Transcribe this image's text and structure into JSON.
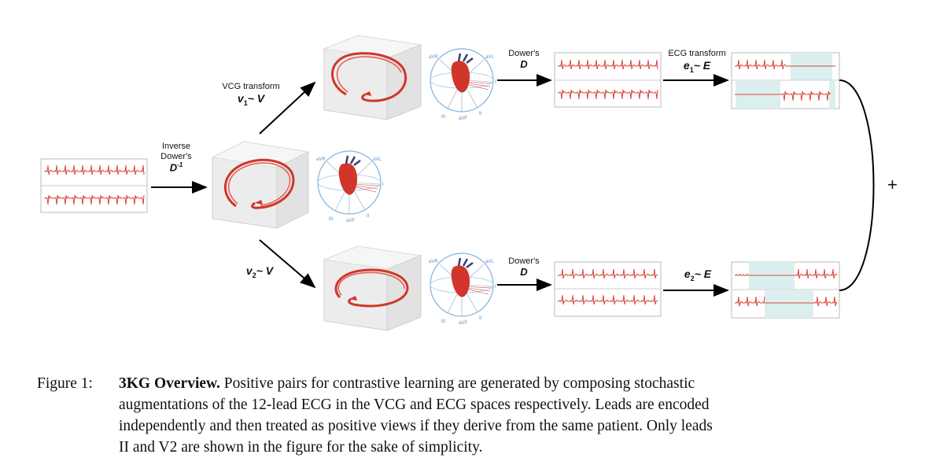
{
  "labels": {
    "inverse_line1": "Inverse",
    "inverse_line2": "Dower's",
    "inverse_symbol": "D",
    "inverse_sup": "-1",
    "vcg_transform": "VCG transform",
    "v1_sym": "v",
    "v1_sub": "1",
    "v1_tail": "~ V",
    "v2_sym": "v",
    "v2_sub": "2",
    "v2_tail": "~ V",
    "dower_top_line1": "Dower's",
    "dower_top_symbol": "D",
    "dower_bottom_line1": "Dower's",
    "dower_bottom_symbol": "D",
    "ecg_transform": "ECG transform",
    "e1_sym": "e",
    "e1_sub": "1",
    "e1_tail": "~ E",
    "e2_sym": "e",
    "e2_sub": "2",
    "e2_tail": "~ E",
    "plus": "+"
  },
  "axis_labels": [
    "aVR",
    "aVL",
    "I",
    "III",
    "aVF",
    "II"
  ],
  "colors": {
    "ecg_trace": "#d9453a",
    "loop": "#d0362a",
    "axis_circle": "#7fb3e0",
    "mask": "#dcefef",
    "arrow": "#000000"
  },
  "caption": {
    "number": "Figure 1:",
    "title": "3KG Overview.",
    "line1": "Positive pairs for contrastive learning are generated by composing stochastic",
    "line2": "augmentations of the 12-lead ECG in the VCG and ECG spaces respectively. Leads are encoded",
    "line3": "independently and then treated as positive views if they derive from the same patient. Only leads",
    "line4": "II and V2 are shown in the figure for the sake of simplicity."
  }
}
